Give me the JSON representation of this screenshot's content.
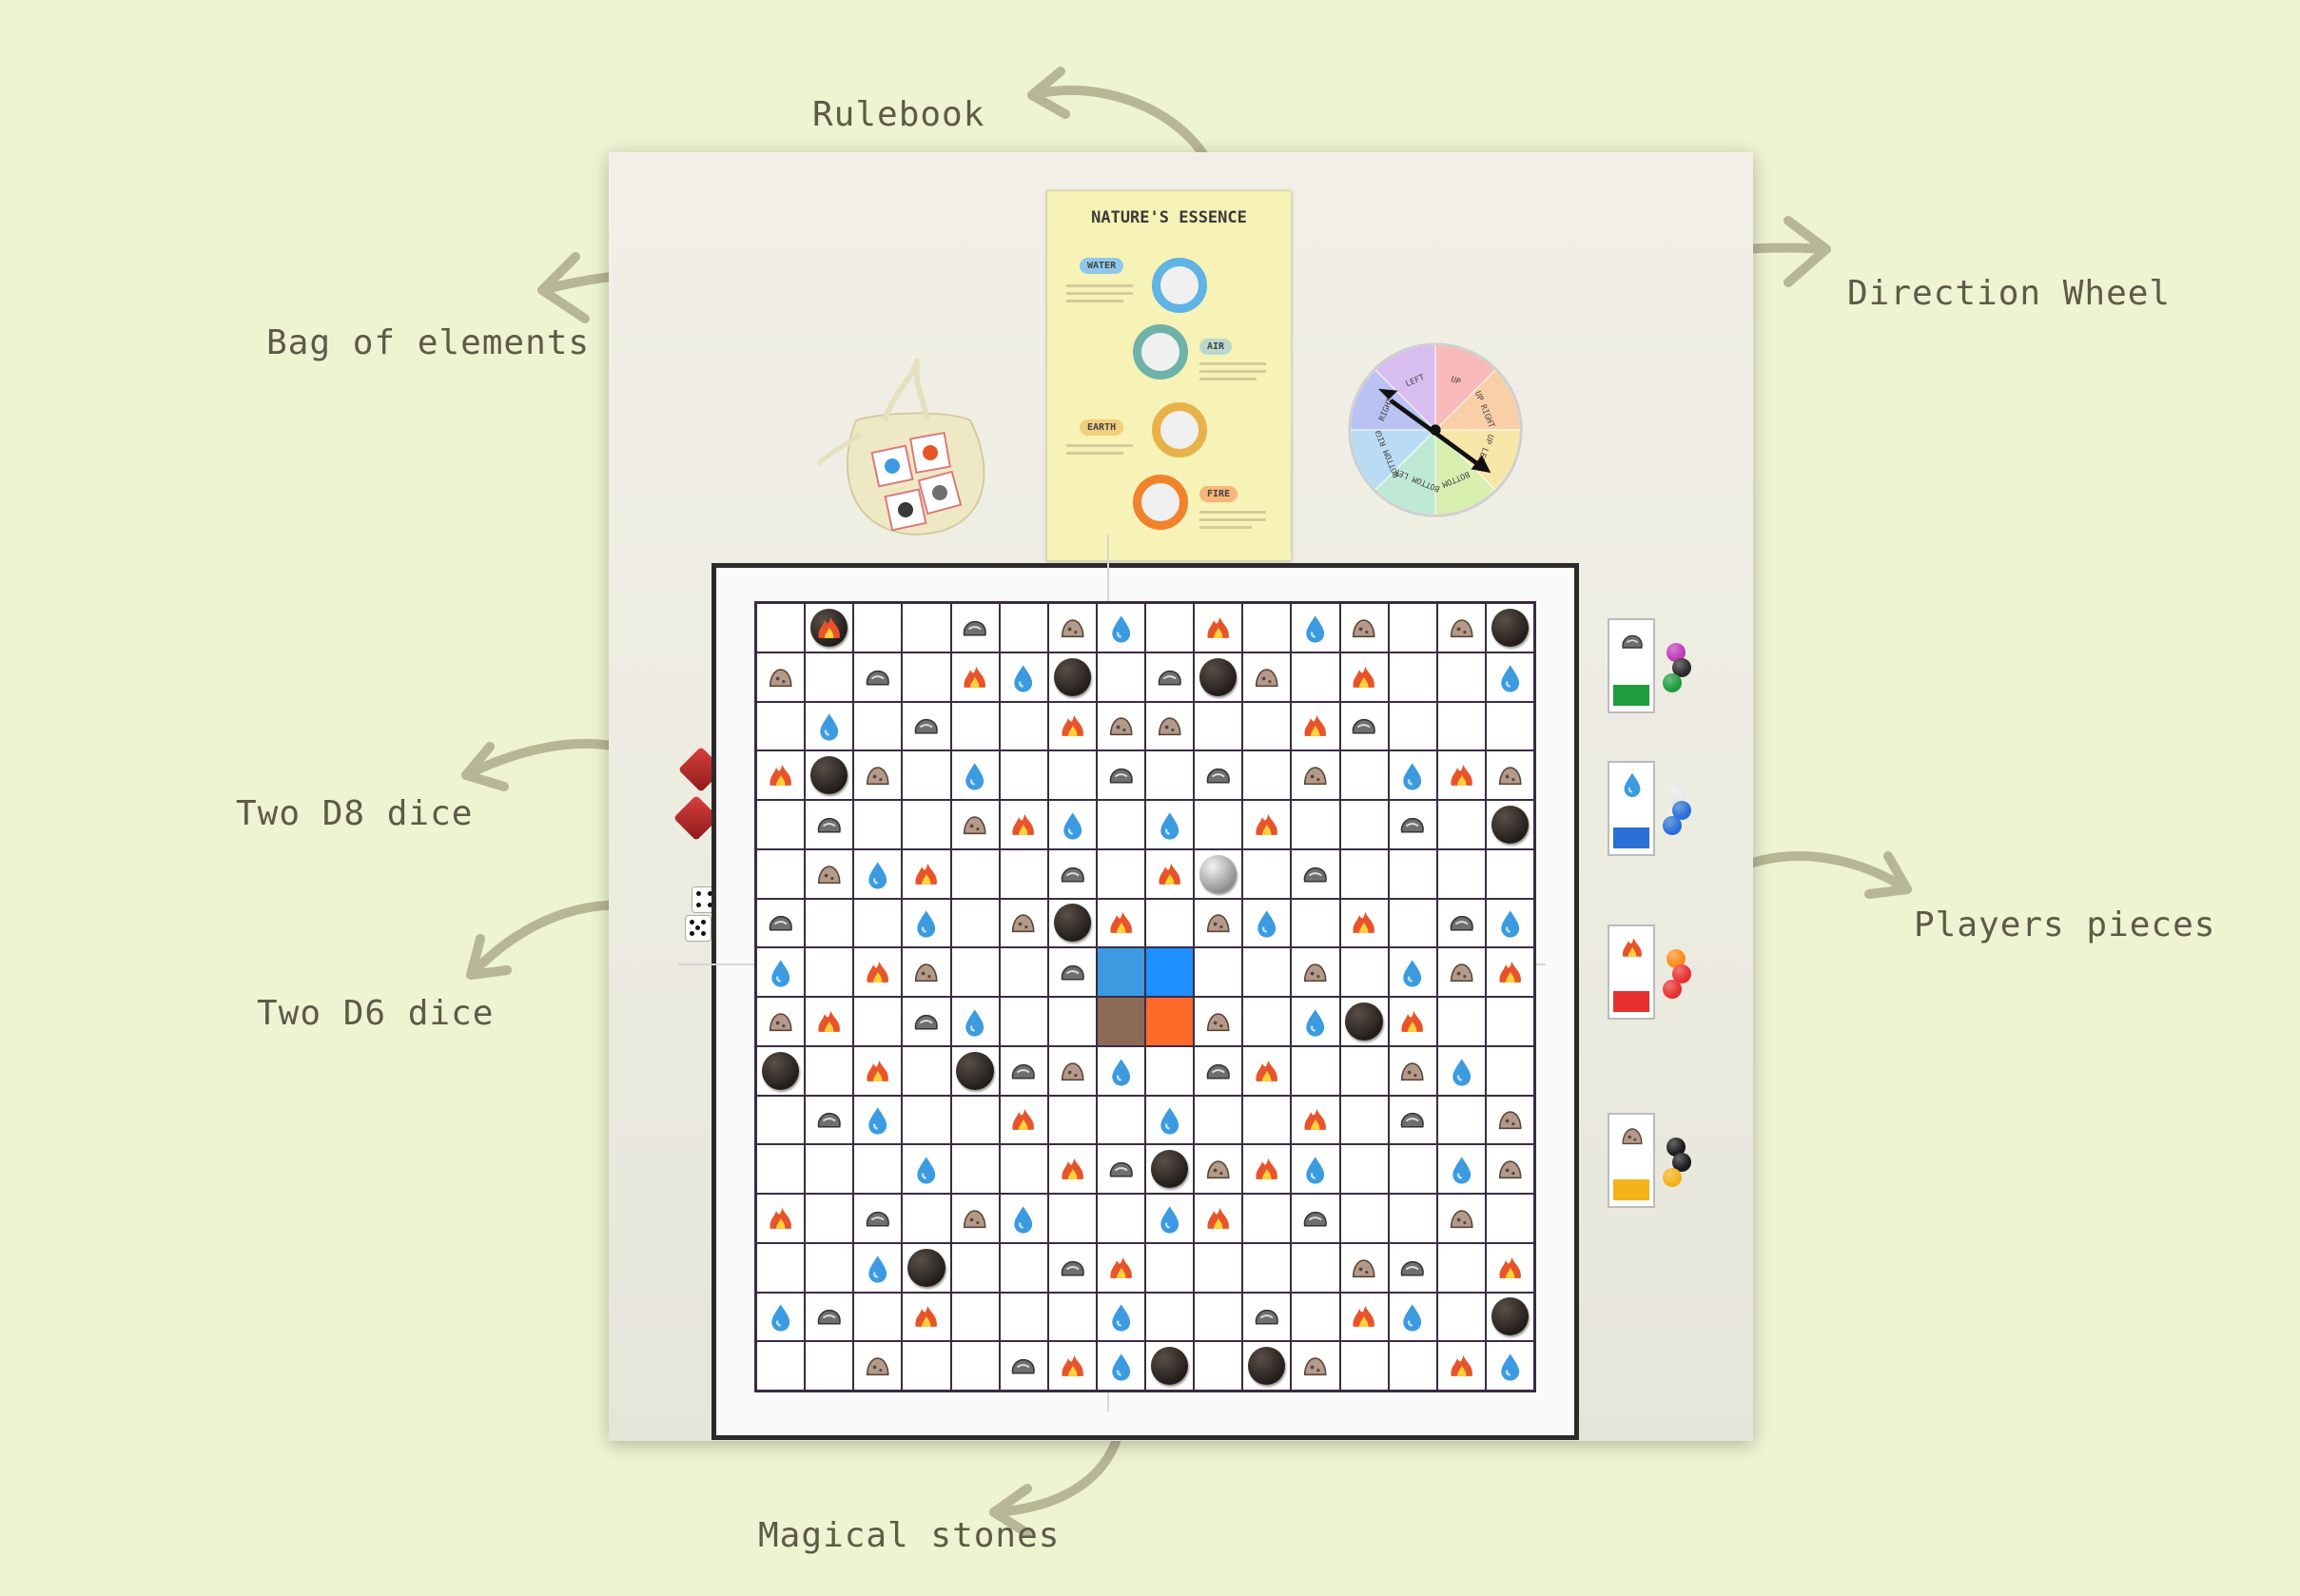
{
  "labels": {
    "rulebook": "Rulebook",
    "bag": "Bag of elements",
    "wheel": "Direction Wheel",
    "d8": "Two D8 dice",
    "d6": "Two D6 dice",
    "pieces": "Players pieces",
    "stones": "Magical stones"
  },
  "rulebook": {
    "title": "NATURE'S ESSENCE",
    "sections": [
      "WATER",
      "AIR",
      "EARTH",
      "FIRE"
    ]
  },
  "wheel": {
    "segments": [
      "UP",
      "UP RIGHT",
      "UP LEFT",
      "BOTTOM",
      "BOTTOM LEFT",
      "BOTTOM RIGHT",
      "RIGHT",
      "LEFT"
    ]
  },
  "colors": {
    "background": "#eef3d1",
    "label": "#5e5a48",
    "arrow": "#b7b795",
    "water": "#3c9be0",
    "fire": "#e8542a",
    "earth": "#8c6a55",
    "air": "#6f6f6f",
    "stone": "#2a2320"
  },
  "board": {
    "rows": [
      [
        "",
        "S|F",
        "",
        "",
        "A",
        "",
        "E",
        "W",
        "",
        "F",
        "",
        "W",
        "E",
        "",
        "E",
        "S"
      ],
      [
        "E",
        "",
        "A",
        "",
        "F",
        "W",
        "S",
        "",
        "A",
        "S",
        "E",
        "",
        "F",
        "",
        "",
        "W"
      ],
      [
        "",
        "W",
        "",
        "A",
        "",
        "",
        "F",
        "E",
        "E",
        "",
        "",
        "F",
        "A",
        "",
        "",
        ""
      ],
      [
        "F",
        "S",
        "E",
        "",
        "W",
        "",
        "",
        "A",
        "",
        "A",
        "",
        "E",
        "",
        "W",
        "F",
        "E"
      ],
      [
        "",
        "A",
        "",
        "",
        "E",
        "F",
        "W",
        "",
        "W",
        "",
        "F",
        "",
        "",
        "A",
        "",
        "S"
      ],
      [
        "",
        "E",
        "W",
        "F",
        "",
        "",
        "A",
        "",
        "F",
        "X",
        "",
        "A",
        "",
        "",
        "",
        ""
      ],
      [
        "A",
        "",
        "",
        "W",
        "",
        "E",
        "S",
        "F",
        "",
        "E",
        "W",
        "",
        "F",
        "",
        "A",
        "W"
      ],
      [
        "W",
        "",
        "F",
        "E",
        "",
        "",
        "A",
        "1",
        "2",
        "",
        "",
        "E",
        "",
        "W",
        "E",
        "F"
      ],
      [
        "E",
        "F",
        "",
        "A",
        "W",
        "",
        "",
        "3",
        "4",
        "E",
        "",
        "W",
        "S",
        "F",
        "",
        ""
      ],
      [
        "S",
        "",
        "F",
        "",
        "S",
        "A",
        "E",
        "W",
        "",
        "A",
        "F",
        "",
        "",
        "E",
        "W",
        ""
      ],
      [
        "",
        "A",
        "W",
        "",
        "",
        "F",
        "",
        "",
        "W",
        "",
        "",
        "F",
        "",
        "A",
        "",
        "E"
      ],
      [
        "",
        "",
        "",
        "W",
        "",
        "",
        "F",
        "A",
        "S",
        "E",
        "F",
        "W",
        "",
        "",
        "W",
        "E"
      ],
      [
        "F",
        "",
        "A",
        "",
        "E",
        "W",
        "",
        "",
        "W",
        "F",
        "",
        "A",
        "",
        "",
        "E",
        ""
      ],
      [
        "",
        "",
        "W",
        "S",
        "",
        "",
        "A",
        "F",
        "",
        "",
        "",
        "",
        "E",
        "A",
        "",
        "F"
      ],
      [
        "W",
        "A",
        "",
        "F",
        "",
        "",
        "",
        "W",
        "",
        "",
        "A",
        "",
        "F",
        "W",
        "",
        "S"
      ],
      [
        "",
        "",
        "E",
        "",
        "",
        "A",
        "F",
        "W",
        "S",
        "",
        "S",
        "E",
        "",
        "",
        "F",
        "W"
      ]
    ]
  },
  "players": [
    {
      "card_symbol": "A",
      "bar": "#1f9c3e",
      "pegs": [
        "#c03ab8",
        "#2a2a2a",
        "#1f9c3e"
      ]
    },
    {
      "card_symbol": "W",
      "bar": "#2b6fd6",
      "pegs": [
        "#e8e8e8",
        "#2b6fd6",
        "#2b6fd6"
      ]
    },
    {
      "card_symbol": "F",
      "bar": "#e83030",
      "pegs": [
        "#ff8a1a",
        "#e83030",
        "#e83030"
      ]
    },
    {
      "card_symbol": "E",
      "bar": "#f4b21b",
      "pegs": [
        "#1a1a1a",
        "#1a1a1a",
        "#f4b21b"
      ]
    }
  ]
}
